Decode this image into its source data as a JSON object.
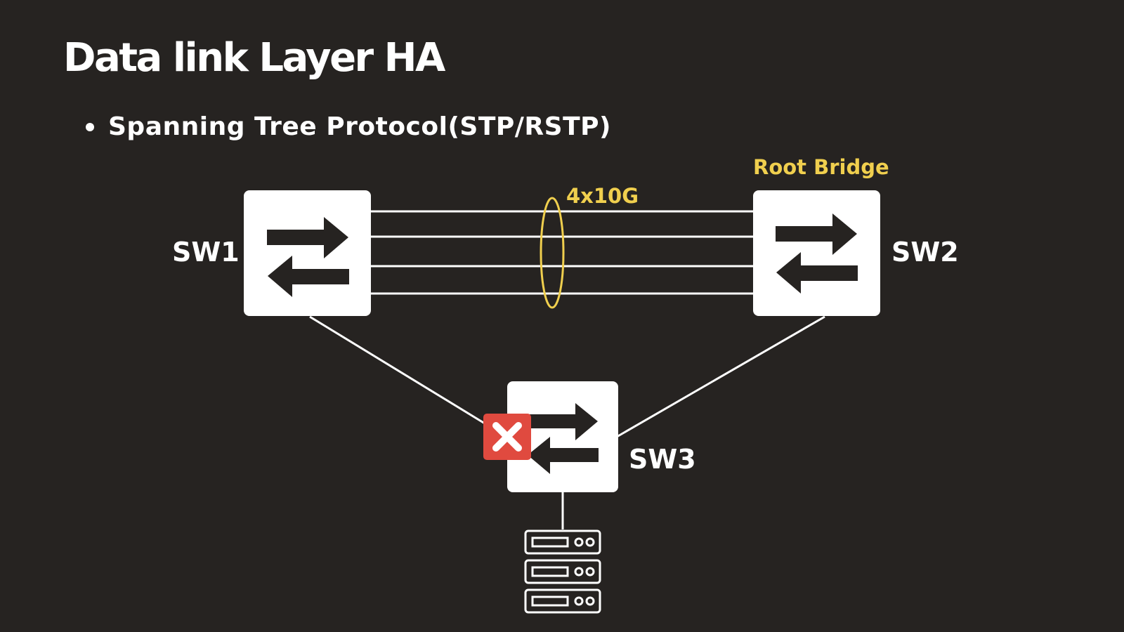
{
  "title": "Data link Layer HA",
  "bullet": "Spanning Tree Protocol(STP/RSTP)",
  "switches": {
    "sw1": "SW1",
    "sw2": "SW2",
    "sw3": "SW3"
  },
  "root_bridge_label": "Root Bridge",
  "link_bundle_label": "4x10G",
  "colors": {
    "background": "#262321",
    "accent": "#f0cf4e",
    "blocked": "#e04a3f",
    "foreground": "#ffffff"
  },
  "icons": [
    "switch-icon",
    "blocked-port-icon",
    "server-rack-icon"
  ]
}
